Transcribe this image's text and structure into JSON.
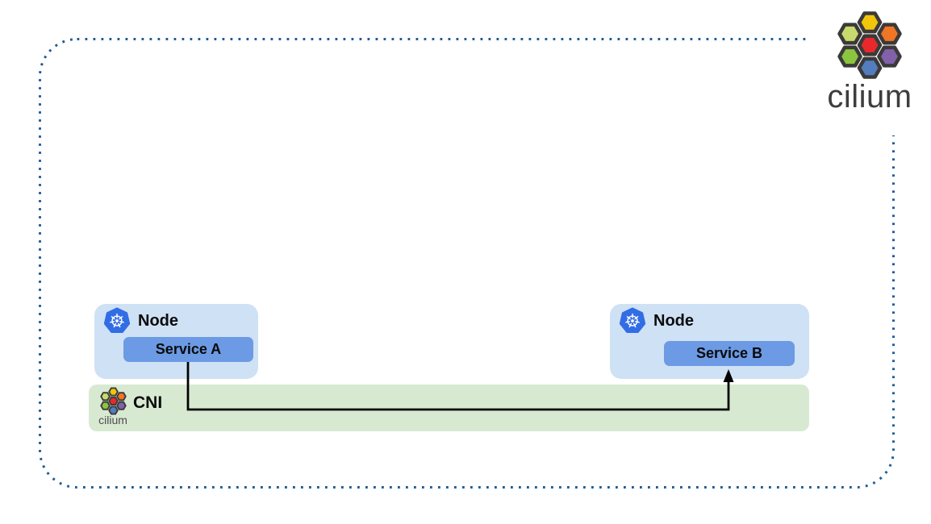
{
  "diagram": {
    "brand": {
      "wordmark": "cilium"
    },
    "nodes": [
      {
        "label": "Node",
        "service": "Service A",
        "icon": "kubernetes-icon"
      },
      {
        "label": "Node",
        "service": "Service B",
        "icon": "kubernetes-icon"
      }
    ],
    "cni": {
      "label": "CNI",
      "brand": "cilium",
      "icon": "cilium-hex-icon"
    },
    "arrow": {
      "from": "Service A",
      "to": "Service B",
      "path": "down-across-up"
    },
    "colors": {
      "node_bg": "#cfe1f4",
      "service_bg": "#6c9ae4",
      "cni_bg": "#d8e9d2",
      "dotted_border": "#1e5c96",
      "kubernetes_blue": "#326de6",
      "arrow": "#000000",
      "wordmark": "#3d3d3d",
      "hex_border": "#3b3a39",
      "hex_yellow": "#f0c50b",
      "hex_orange": "#f07525",
      "hex_lightgreen": "#c8da6d",
      "hex_red": "#e8282b",
      "hex_green": "#8bc53f",
      "hex_purple": "#8161a9",
      "hex_blue": "#537dbe"
    }
  }
}
